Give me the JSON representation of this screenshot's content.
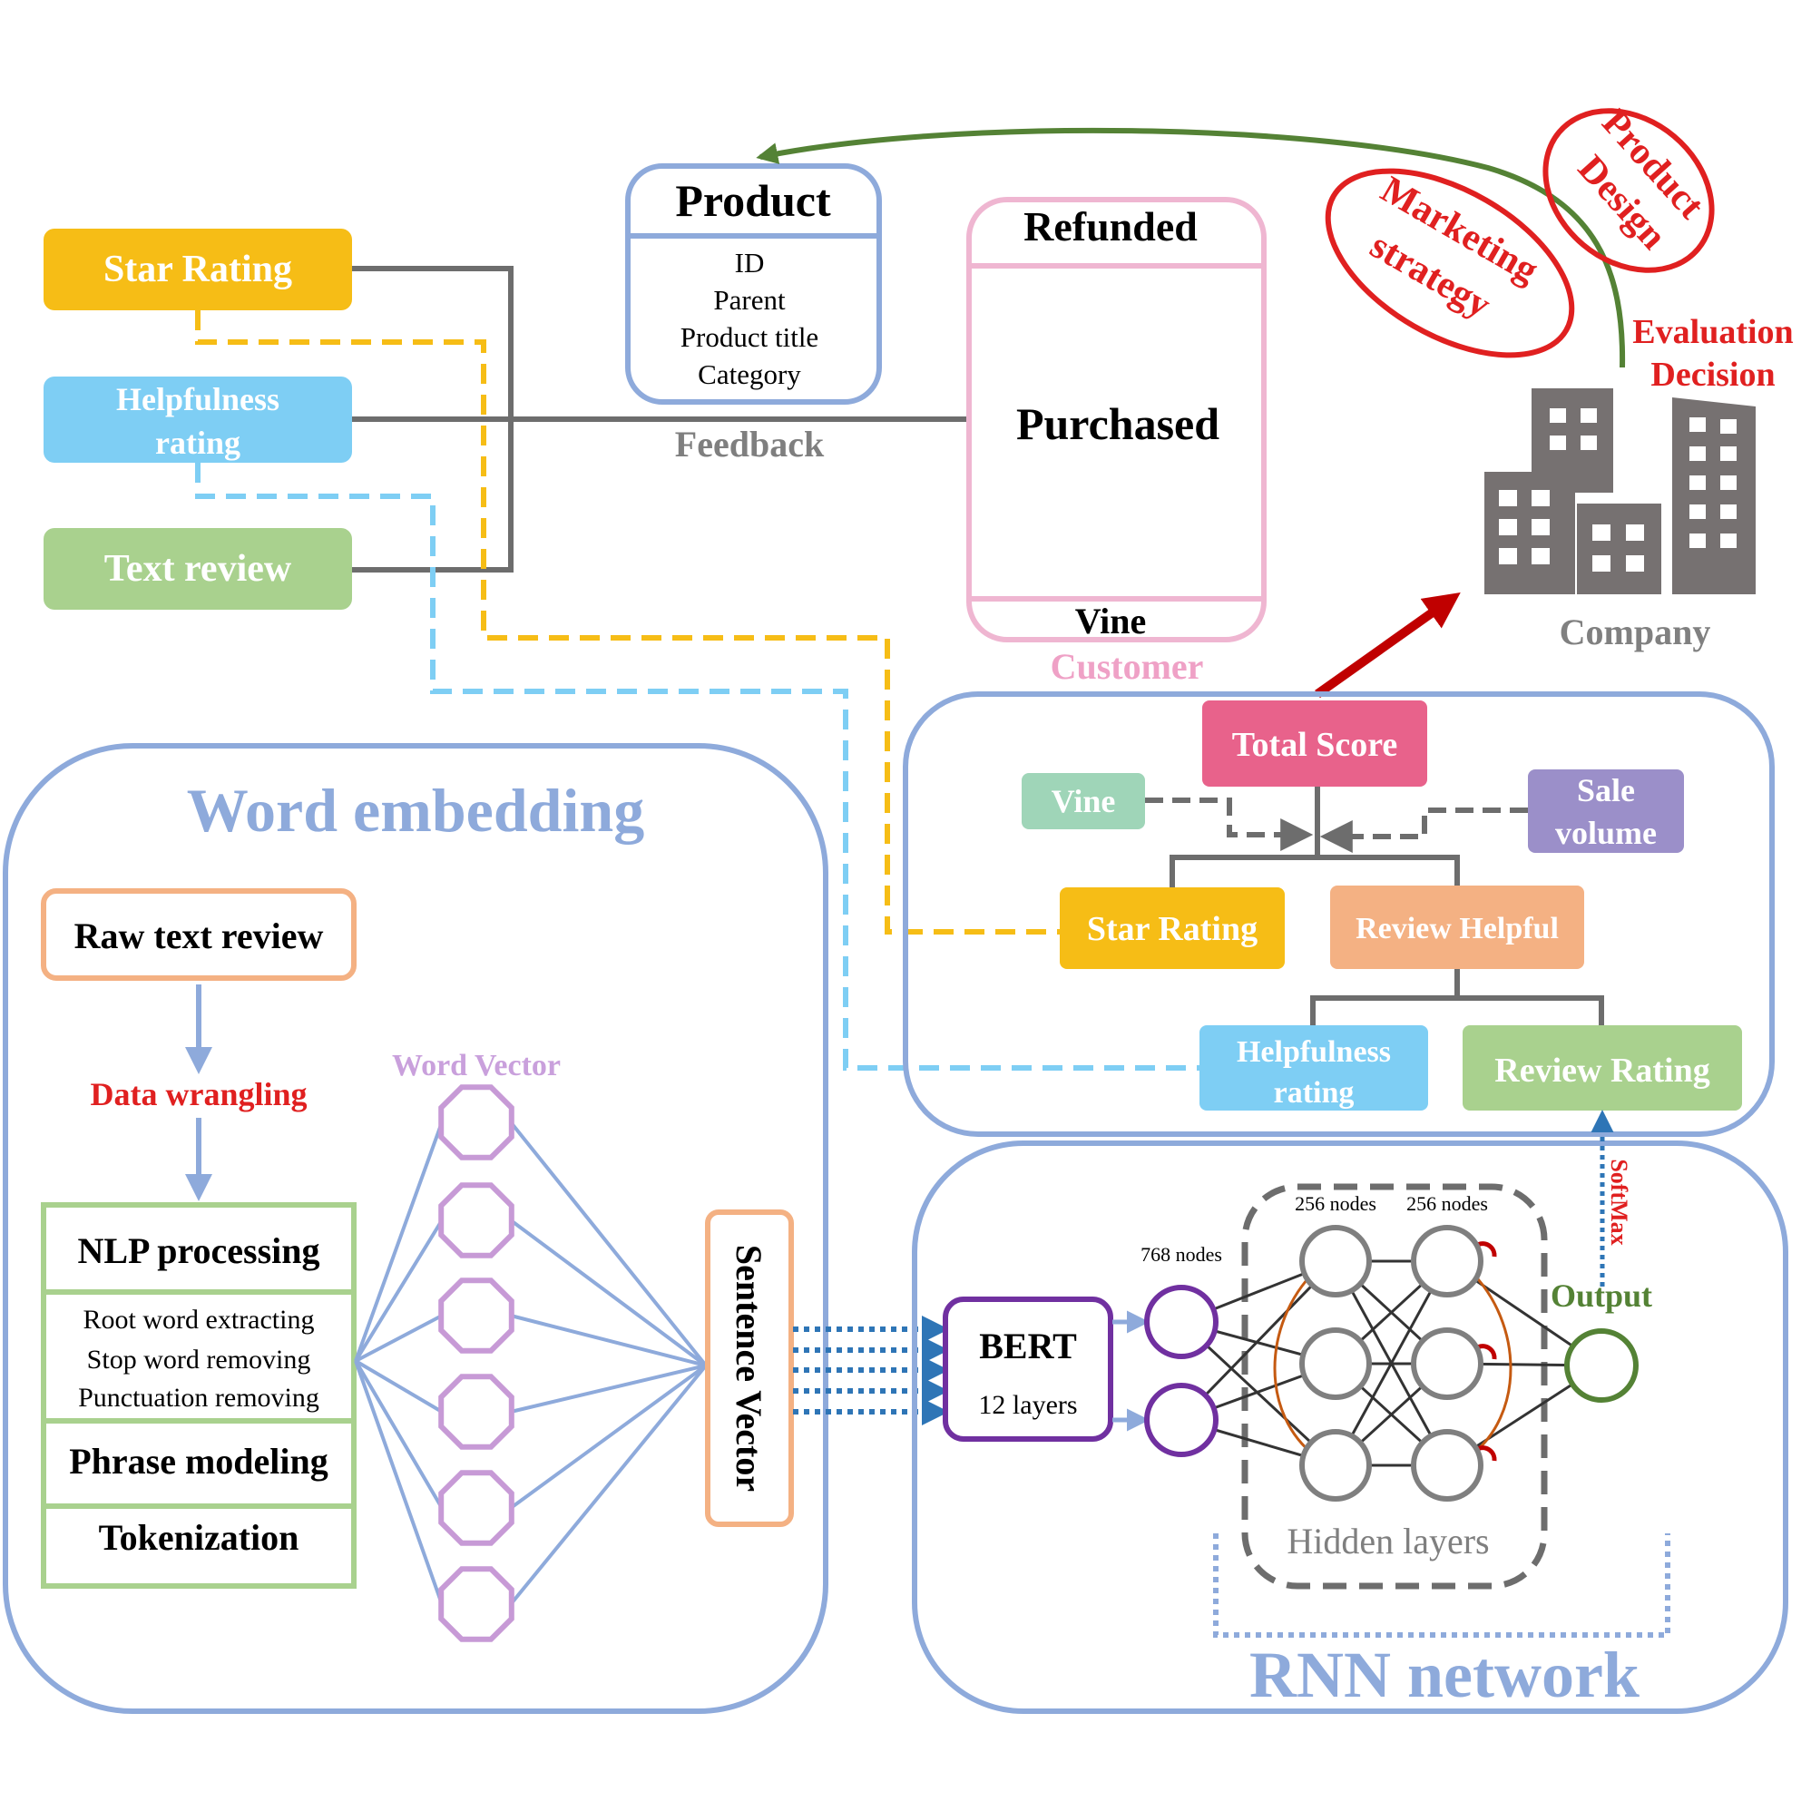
{
  "inputs": {
    "star_rating": "Star Rating",
    "helpfulness_1": "Helpfulness",
    "helpfulness_2": "rating",
    "text_review": "Text review"
  },
  "product": {
    "title": "Product",
    "fields": [
      "ID",
      "Parent",
      "Product title",
      "Category"
    ],
    "feedback_label": "Feedback"
  },
  "customer": {
    "refunded": "Refunded",
    "purchased": "Purchased",
    "vine": "Vine",
    "label": "Customer"
  },
  "company": {
    "label": "Company",
    "eval_1": "Evaluation",
    "eval_2": "Decision",
    "marketing_1": "Marketing",
    "marketing_2": "strategy",
    "product_design_1": "Product",
    "product_design_2": "Design"
  },
  "scoring": {
    "total_score": "Total Score",
    "vine": "Vine",
    "sale_1": "Sale",
    "sale_2": "volume",
    "star_rating": "Star Rating",
    "review_helpful": "Review Helpful",
    "helpfulness_1": "Helpfulness",
    "helpfulness_2": "rating",
    "review_rating": "Review Rating"
  },
  "word_embedding": {
    "title": "Word embedding",
    "raw_text": "Raw text review",
    "data_wrangling": "Data wrangling",
    "nlp_processing": "NLP processing",
    "nlp_steps": [
      "Root word extracting",
      "Stop word removing",
      "Punctuation removing"
    ],
    "phrase_modeling": "Phrase modeling",
    "tokenization": "Tokenization",
    "word_vector": "Word Vector",
    "sentence_vector": "Sentence Vector"
  },
  "rnn": {
    "title": "RNN network",
    "bert": "BERT",
    "bert_layers": "12 layers",
    "nodes_768": "768 nodes",
    "nodes_256_a": "256 nodes",
    "nodes_256_b": "256 nodes",
    "hidden_layers": "Hidden layers",
    "output": "Output",
    "softmax": "SoftMax"
  },
  "colors": {
    "yellow": "#f6bd16",
    "light_blue": "#7ecef4",
    "green": "#a9d18e",
    "pink": "#e8628b",
    "mint": "#9fd5b8",
    "purple": "#9b8fc9",
    "salmon": "#f4b183",
    "frame_blue": "#8eaadb",
    "red": "#e02020",
    "dark_green": "#548235",
    "gray": "#6d6d6d"
  }
}
